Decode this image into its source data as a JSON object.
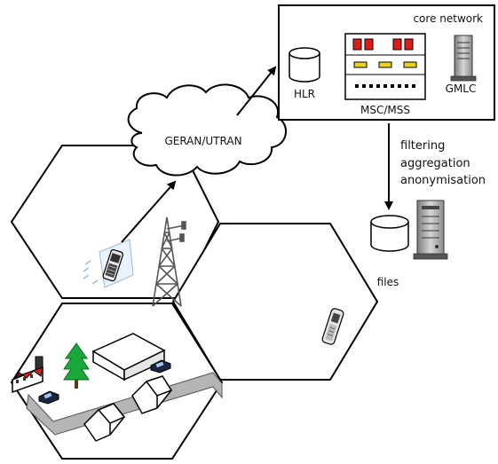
{
  "labels": {
    "core_network": "core network",
    "hlr": "HLR",
    "msc_mss": "MSC/MSS",
    "gmlc": "GMLC",
    "geran_utran": "GERAN/UTRAN",
    "filtering": "filtering",
    "aggregation": "aggregation",
    "anonymisation": "anonymisation",
    "files": "files"
  },
  "colors": {
    "stroke": "#000000",
    "msc_light": "#e01a1a",
    "msc_panel": "#e8d21a",
    "tree": "#1aa83a",
    "factory_roof": "#d42020",
    "road": "#b5b5b5"
  }
}
